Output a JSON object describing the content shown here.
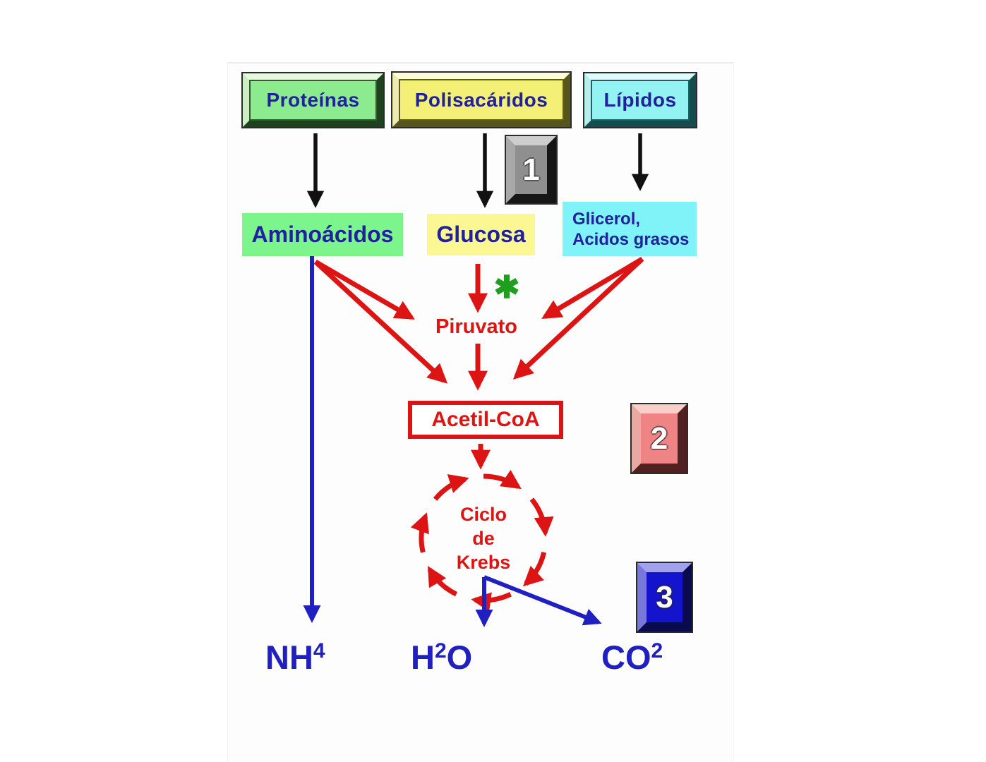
{
  "diagram": {
    "description_visible_text_only": true,
    "colors": {
      "label_navy": "#21219b",
      "red": "#dd1414",
      "blue": "#2020c0",
      "black_arrow": "#111111",
      "asterisk_green": "#1f9e1f",
      "proteins_fill": "#8deb8f",
      "polysaccharides_fill": "#f4ef76",
      "lipids_fill": "#93f3f3",
      "amino_acids_fill": "#7cf58c",
      "glucose_fill": "#fbf894",
      "glycerol_fill": "#7ff3f8",
      "step1_fill": "#8f8f8f",
      "step2_fill": "#ef8484",
      "step3_fill": "#1414cc"
    },
    "nodes": {
      "proteinas": {
        "label": "Proteínas"
      },
      "polisacaridos": {
        "label": "Polisacáridos"
      },
      "lipidos": {
        "label": "Lípidos"
      },
      "aminoacidos": {
        "label": "Aminoácidos"
      },
      "glucosa": {
        "label": "Glucosa"
      },
      "glicerol": {
        "line1": "Glicerol,",
        "line2": "Acidos grasos"
      },
      "piruvato": {
        "label": "Piruvato"
      },
      "asterisk": {
        "glyph": "✱"
      },
      "acetil_coa": {
        "label": "Acetil-CoA"
      },
      "krebs": {
        "line1": "Ciclo",
        "line2": "de",
        "line3": "Krebs"
      },
      "nh4": {
        "base": "NH",
        "sub": "4"
      },
      "h2o": {
        "part1": "H",
        "sub": "2",
        "part2": "O"
      },
      "co2": {
        "base": "CO",
        "sub": "2"
      }
    },
    "steps": {
      "step1": "1",
      "step2": "2",
      "step3": "3"
    }
  }
}
